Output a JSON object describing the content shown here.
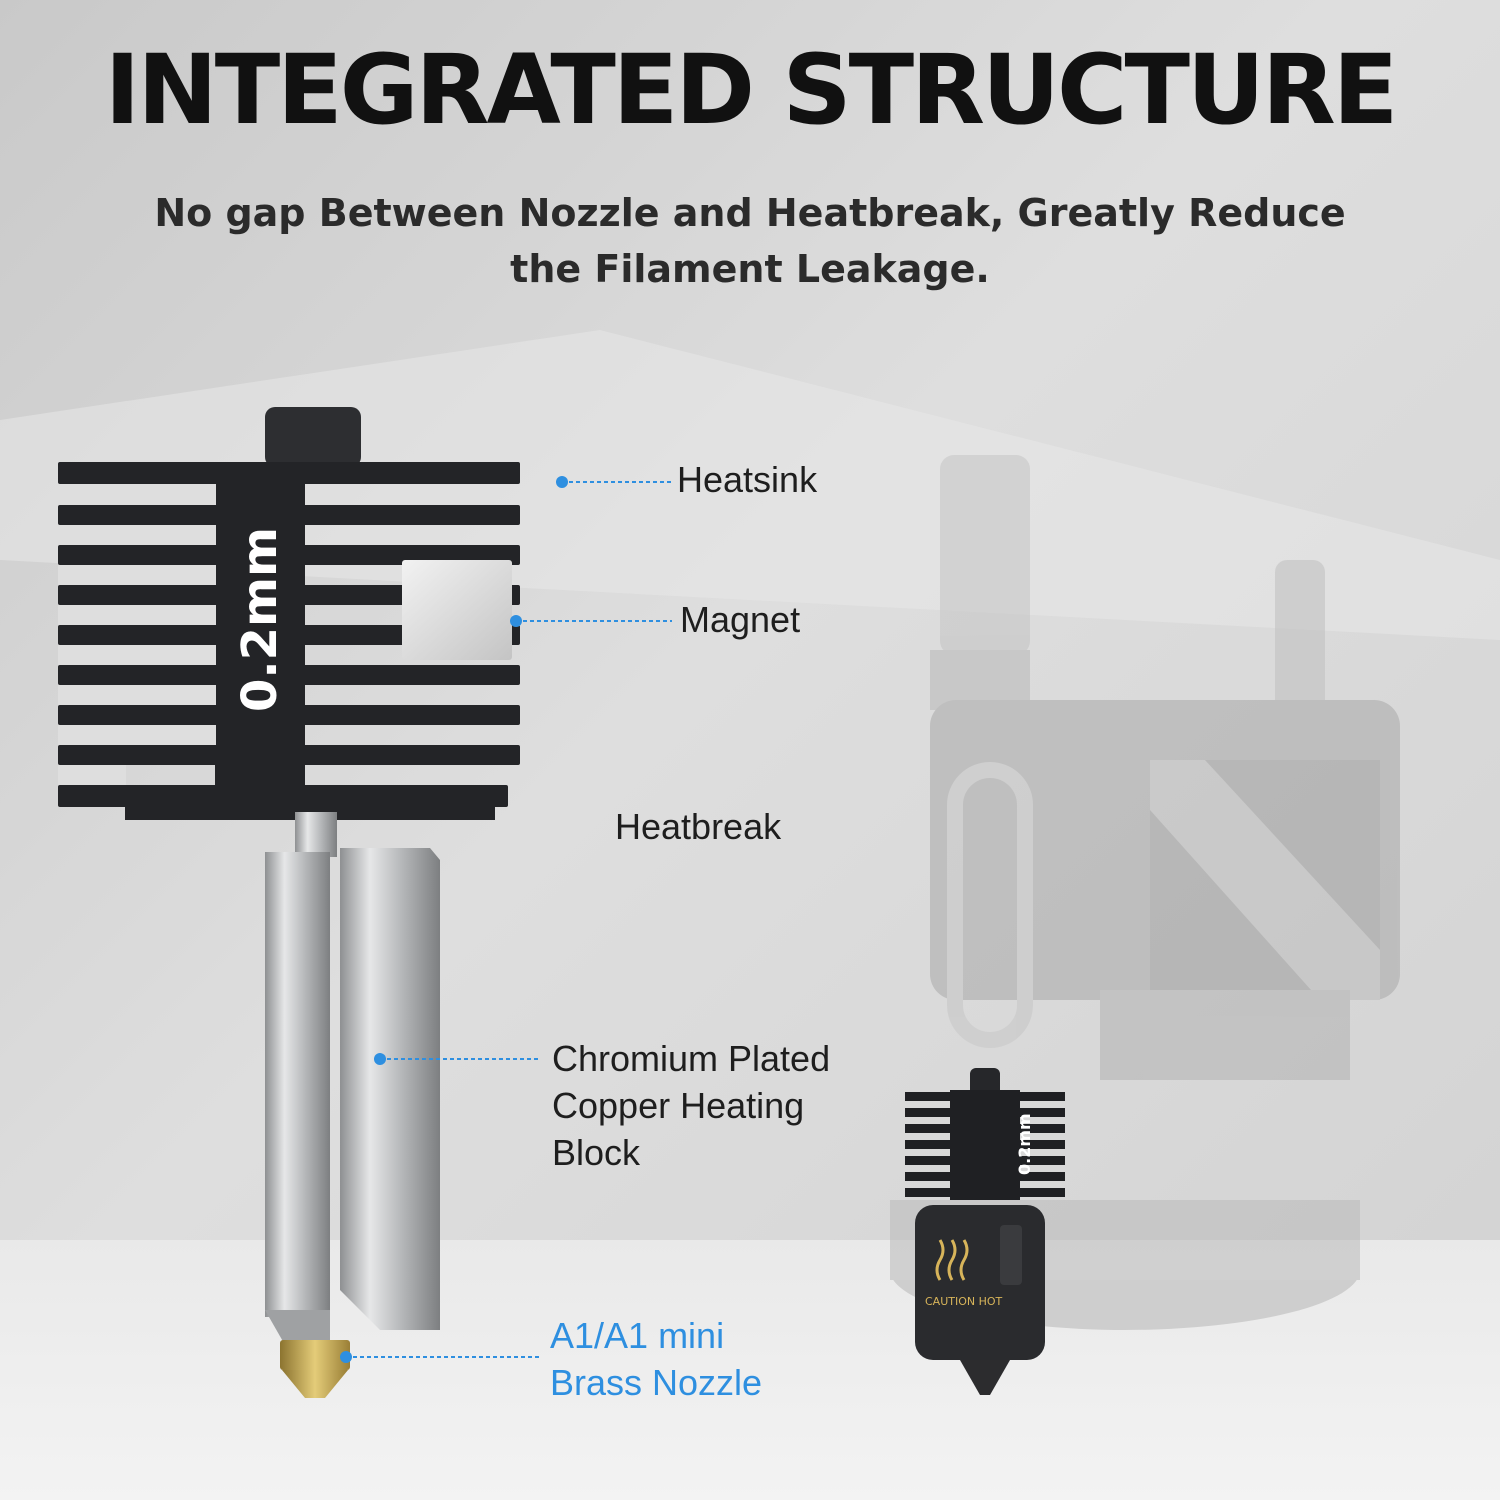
{
  "headline": "INTEGRATED STRUCTURE",
  "subheadline": {
    "line1": "No gap Between Nozzle and Heatbreak, Greatly Reduce",
    "line2": "the Filament Leakage."
  },
  "callouts": {
    "heatsink": "Heatsink",
    "magnet": "Magnet",
    "heatbreak": "Heatbreak",
    "heating_block": [
      "Chromium Plated",
      "Copper Heating",
      "Block"
    ],
    "nozzle": [
      "A1/A1 mini",
      "Brass Nozzle"
    ]
  },
  "product": {
    "heatsink_marking": "0.2mm",
    "small_heatsink_marking": "0.2mm",
    "silicone_sock_warning": "CAUTION HOT"
  },
  "colors": {
    "accent_blue": "#2e8fe0",
    "heatsink_black": "#1c1c1e",
    "brass": "#c9a94a"
  }
}
